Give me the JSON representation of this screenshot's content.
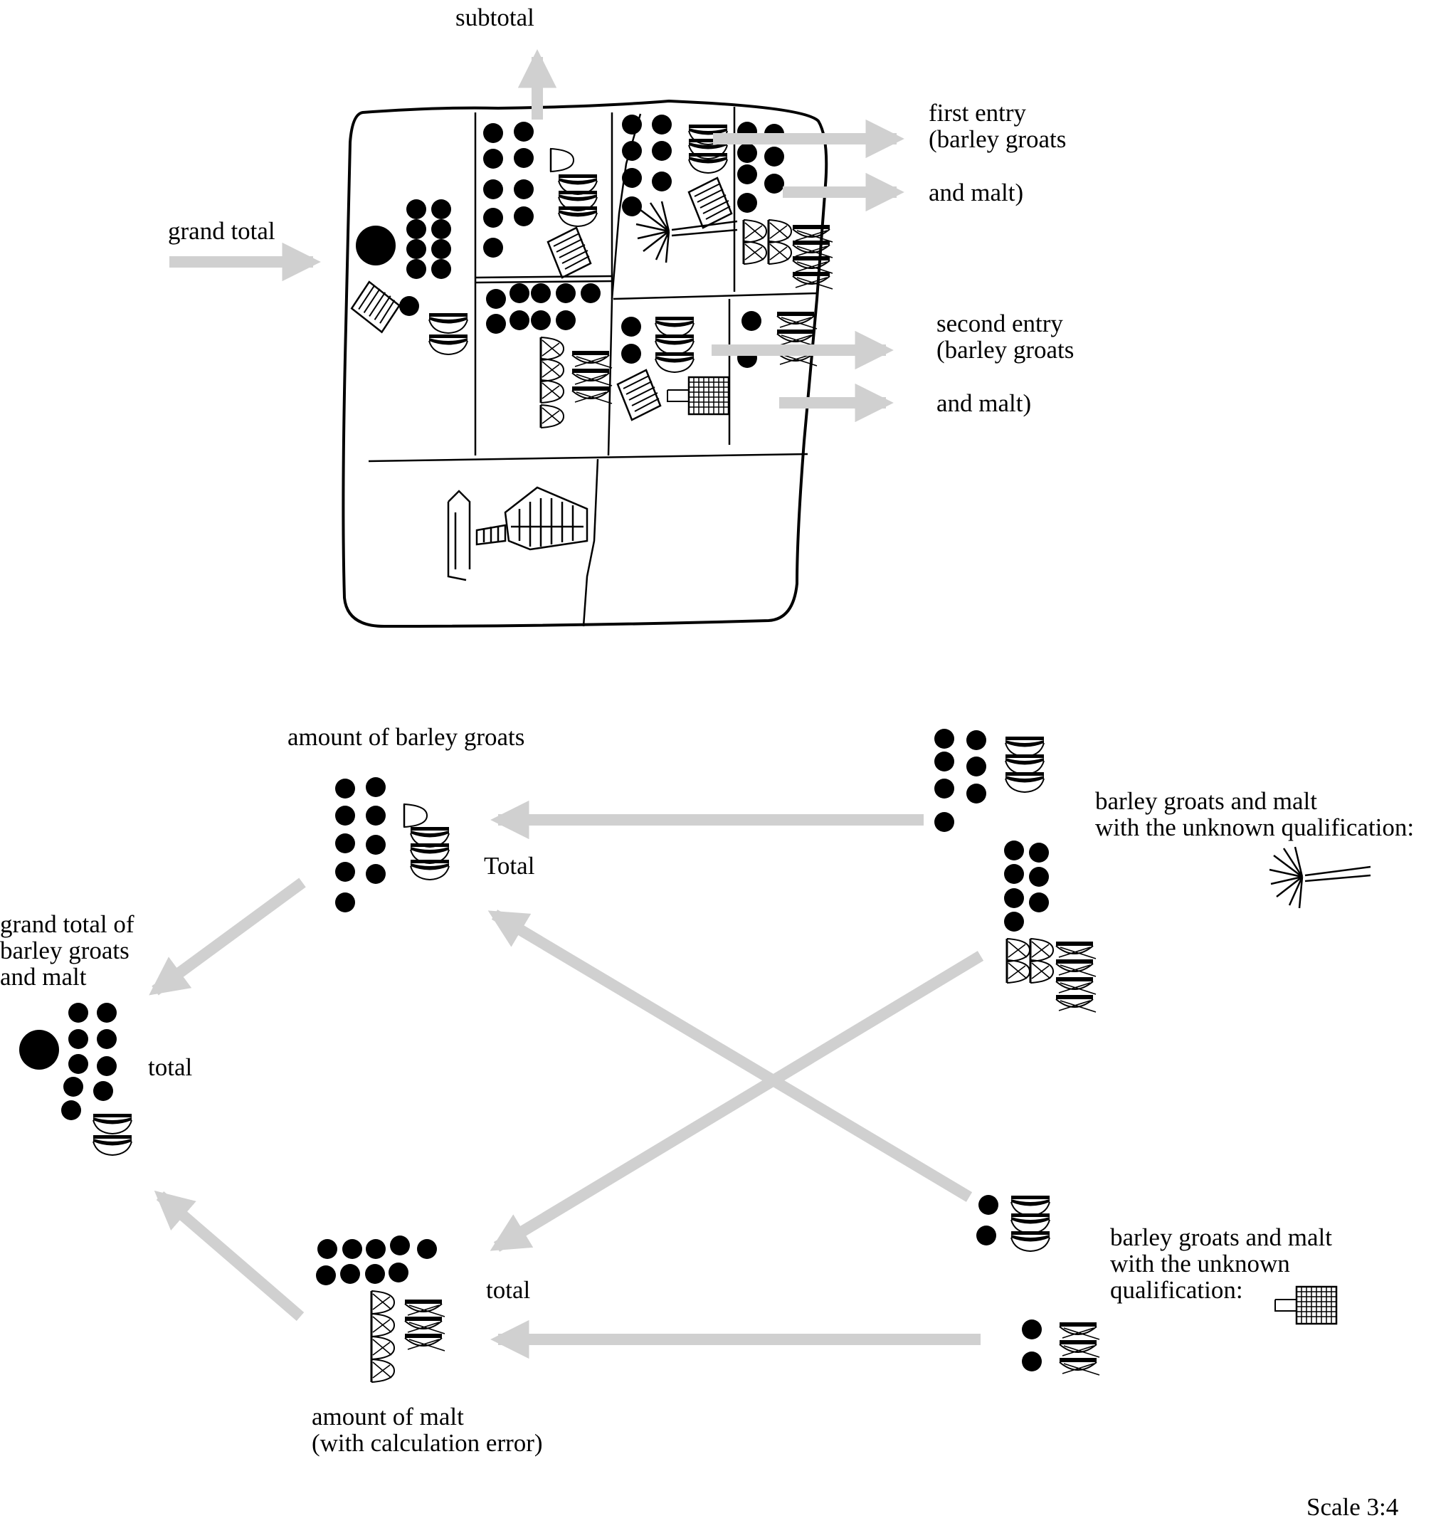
{
  "labels": {
    "subtotal": "subtotal",
    "grand_total": "grand total",
    "first_entry_1": "first entry",
    "first_entry_2": "(barley groats",
    "first_entry_3": "and malt)",
    "second_entry_1": "second entry",
    "second_entry_2": "(barley groats",
    "second_entry_3": "and malt)",
    "amount_barley": "amount of barley groats",
    "total_upper": "Total",
    "grand_total_of_1": "grand total of",
    "grand_total_of_2": "barley groats",
    "grand_total_of_3": "and malt",
    "total_left": "total",
    "total_lower": "total",
    "amount_malt_1": "amount of malt",
    "amount_malt_2": "(with calculation error)",
    "unknown_qual_a_1": "barley groats and malt",
    "unknown_qual_a_2": "with the unknown qualification:",
    "unknown_qual_b_1": "barley groats and malt",
    "unknown_qual_b_2": "with the unknown",
    "unknown_qual_b_3": "qualification:",
    "scale": "Scale 3:4"
  },
  "colors": {
    "arrow": "#d0d0d0",
    "ink": "#000000"
  }
}
